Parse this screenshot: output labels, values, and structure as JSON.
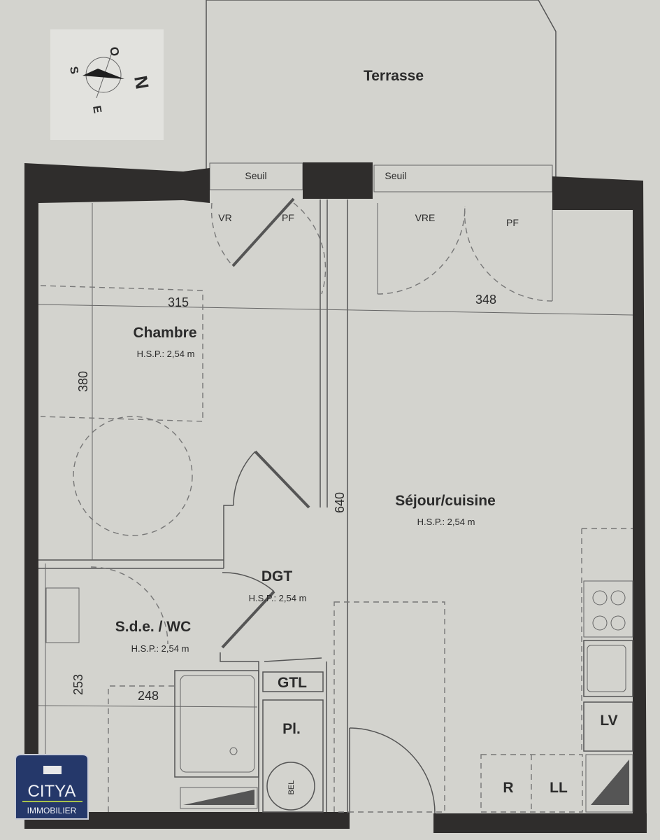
{
  "compass": {
    "o": "O",
    "s": "S",
    "n": "N",
    "e": "E"
  },
  "terrace": {
    "label": "Terrasse",
    "threshold_left": "Seuil",
    "threshold_right": "Seuil"
  },
  "openings": {
    "vr": "VR",
    "pf_left": "PF",
    "vre": "VRE",
    "pf_right": "PF"
  },
  "dimensions": {
    "chambre_width": "315",
    "sejour_width": "348",
    "chambre_depth": "380",
    "sejour_depth": "640",
    "sde_depth": "253",
    "sde_width": "248"
  },
  "rooms": {
    "chambre": {
      "name": "Chambre",
      "hsp": "H.S.P.: 2,54 m"
    },
    "sejour": {
      "name": "Séjour/cuisine",
      "hsp": "H.S.P.: 2,54 m"
    },
    "dgt": {
      "name": "DGT",
      "hsp": "H.S.P.: 2,54 m"
    },
    "sde": {
      "name": "S.d.e. / WC",
      "hsp": "H.S.P.: 2,54 m"
    }
  },
  "fixtures": {
    "gtl": "GTL",
    "placard": "Pl.",
    "bel": "BEL",
    "r": "R",
    "ll": "LL",
    "lv": "LV"
  },
  "logo": {
    "brand": "CITYA",
    "sub": "IMMOBILIER"
  }
}
